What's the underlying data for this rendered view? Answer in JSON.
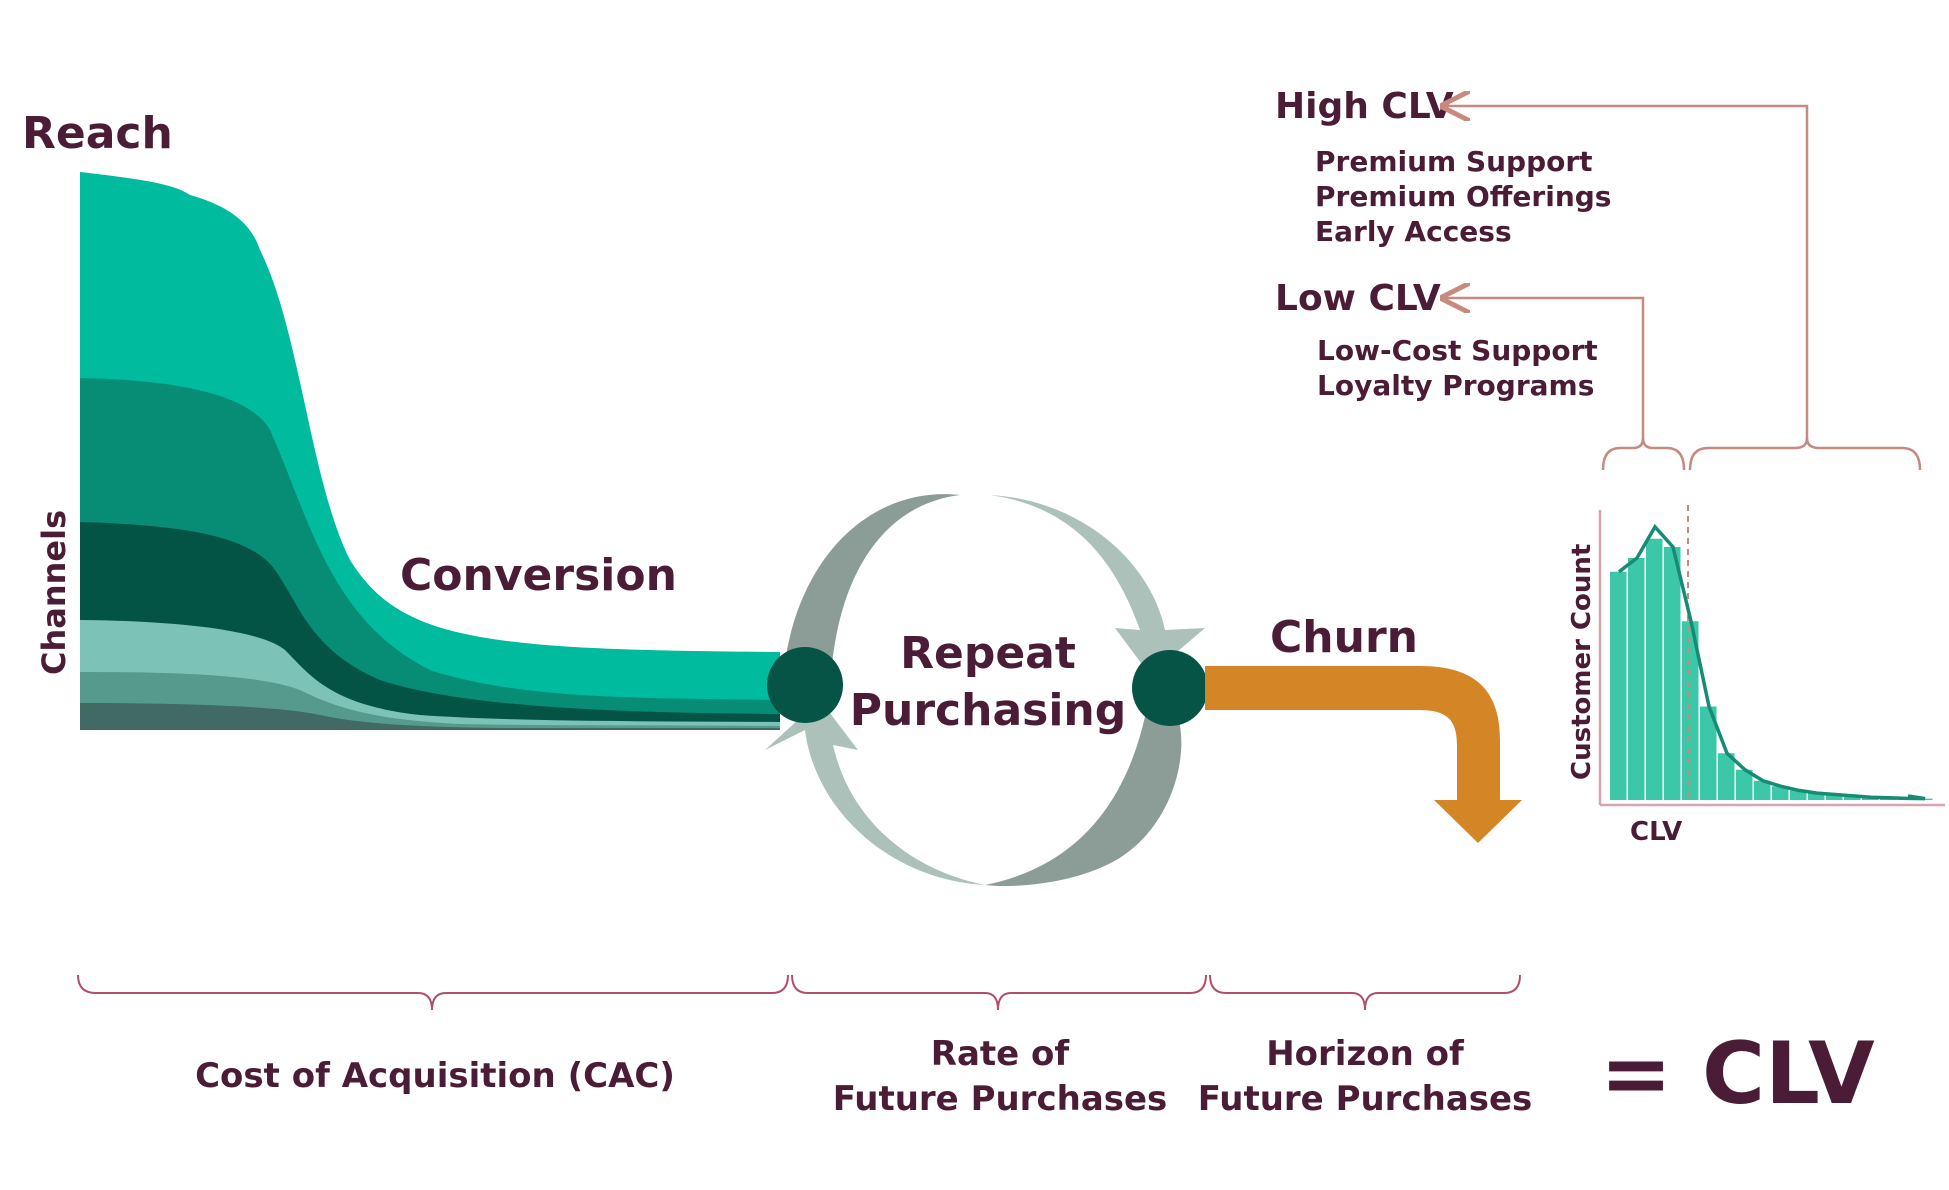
{
  "colors": {
    "text": "#4a1c36",
    "funnel_layers": [
      "#00bb9d",
      "#078c76",
      "#045446",
      "#7cc2b6",
      "#56998d",
      "#406a63"
    ],
    "node": "#055446",
    "cycle_dark": "#8c9c96",
    "cycle_light": "#adc1bb",
    "churn": "#d48627",
    "bracket": "#b05068",
    "connector": "#c88a80",
    "hist_bar": "#3cc7a8",
    "hist_curve": "#168c75"
  },
  "labels": {
    "reach": "Reach",
    "channels": "Channels",
    "conversion": "Conversion",
    "repeat_line1": "Repeat",
    "repeat_line2": "Purchasing",
    "churn": "Churn",
    "cac": "Cost of Acquisition (CAC)",
    "rate_line1": "Rate of",
    "rate_line2": "Future Purchases",
    "horizon_line1": "Horizon of",
    "horizon_line2": "Future Purchases",
    "equals_clv": "= CLV"
  },
  "segments": {
    "high": {
      "title": "High CLV",
      "items": [
        "Premium Support",
        "Premium Offerings",
        "Early Access"
      ]
    },
    "low": {
      "title": "Low CLV",
      "items": [
        "Low-Cost Support",
        "Loyalty Programs"
      ]
    }
  },
  "histogram": {
    "ylabel": "Customer Count",
    "xlabel": "CLV",
    "bars": [
      0.83,
      0.88,
      0.95,
      0.92,
      0.65,
      0.34,
      0.17,
      0.11,
      0.07,
      0.05,
      0.035,
      0.025,
      0.02,
      0.015,
      0.01,
      0.008,
      0.006,
      0.005
    ],
    "low_high_split_bin": 4
  }
}
